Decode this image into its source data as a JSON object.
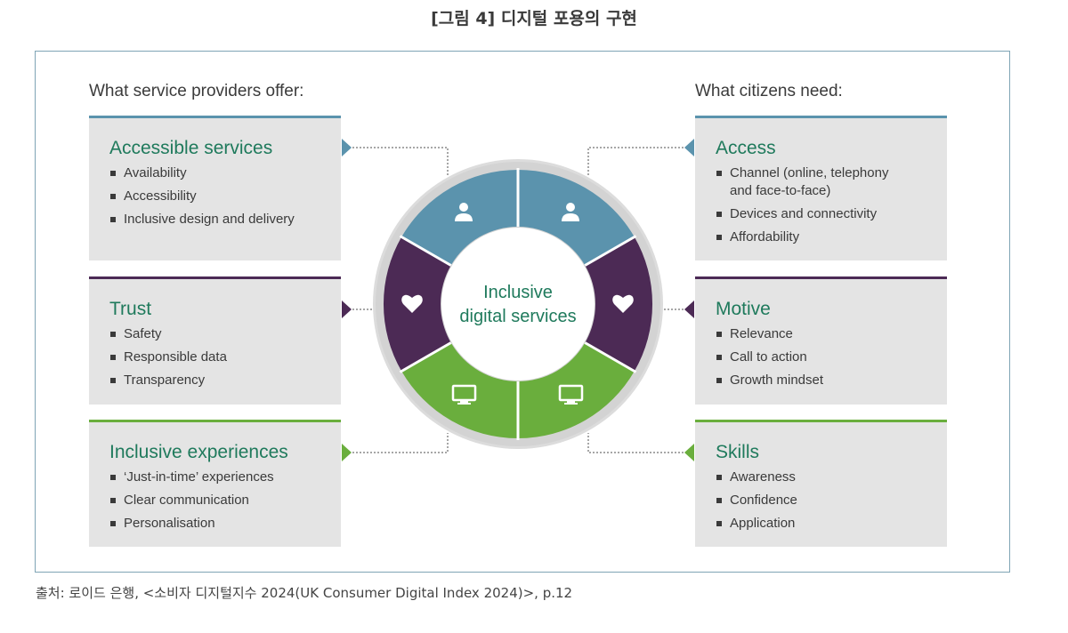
{
  "title": "[그림 4] 디지털 포용의 구현",
  "left_heading": "What service providers offer:",
  "right_heading": "What citizens need:",
  "center_label_line1": "Inclusive",
  "center_label_line2": "digital services",
  "colors": {
    "blue": "#5b93ad",
    "purple": "#4c2a55",
    "green": "#6aae3d",
    "heading_green": "#1f7a5c"
  },
  "left_cards": [
    {
      "title": "Accessible services",
      "items": [
        "Availability",
        "Accessibility",
        "Inclusive design and delivery"
      ]
    },
    {
      "title": "Trust",
      "items": [
        "Safety",
        "Responsible data",
        "Transparency"
      ]
    },
    {
      "title": "Inclusive experiences",
      "items": [
        "‘Just-in-time’ experiences",
        "Clear communication",
        "Personalisation"
      ]
    }
  ],
  "right_cards": [
    {
      "title": "Access",
      "items": [
        "Channel (online, telephony",
        "and face-to-face)",
        "Devices and connectivity",
        "Affordability"
      ]
    },
    {
      "title": "Motive",
      "items": [
        "Relevance",
        "Call to action",
        "Growth mindset"
      ]
    },
    {
      "title": "Skills",
      "items": [
        "Awareness",
        "Confidence",
        "Application"
      ]
    }
  ],
  "icons": [
    "person-icon",
    "heart-icon",
    "monitor-icon"
  ],
  "source": "출처: 로이드 은행, <소비자 디지털지수 2024(UK Consumer Digital Index 2024)>, p.12"
}
